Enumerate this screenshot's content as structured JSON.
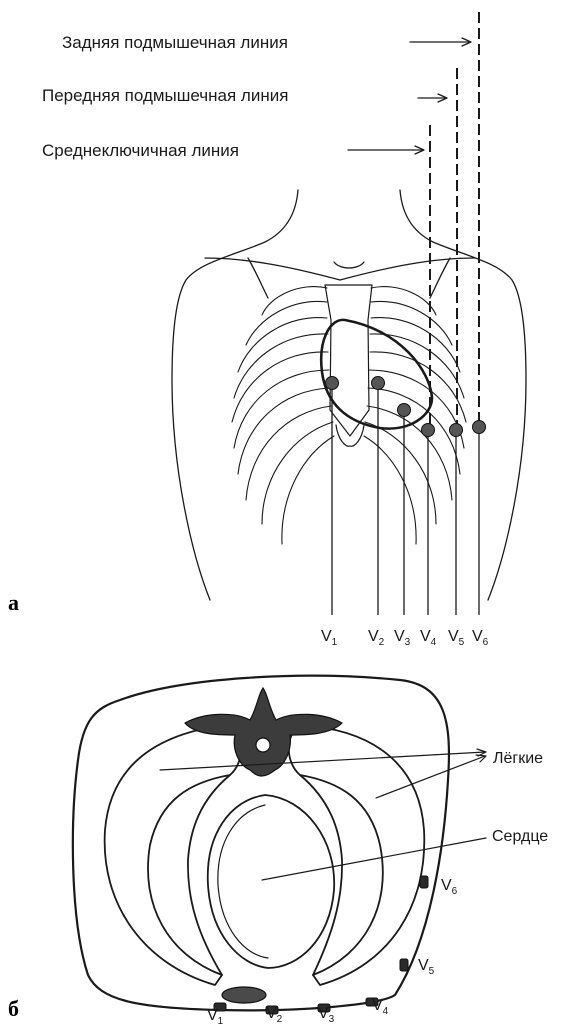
{
  "panel_a": {
    "panel_label": "а",
    "line_labels": {
      "posterior_axillary": "Задняя подмышечная линия",
      "anterior_axillary": "Передняя подмышечная линия",
      "midclavicular": "Среднеключичная линия"
    },
    "leads": [
      {
        "main": "V",
        "sub": "1"
      },
      {
        "main": "V",
        "sub": "2"
      },
      {
        "main": "V",
        "sub": "3"
      },
      {
        "main": "V",
        "sub": "4"
      },
      {
        "main": "V",
        "sub": "5"
      },
      {
        "main": "V",
        "sub": "6"
      }
    ]
  },
  "panel_b": {
    "panel_label": "б",
    "organ_labels": {
      "lungs": "Лёгкие",
      "heart": "Сердце"
    },
    "leads": [
      {
        "main": "V",
        "sub": "1"
      },
      {
        "main": "V",
        "sub": "2"
      },
      {
        "main": "V",
        "sub": "3"
      },
      {
        "main": "V",
        "sub": "4"
      },
      {
        "main": "V",
        "sub": "5"
      },
      {
        "main": "V",
        "sub": "6"
      }
    ]
  }
}
